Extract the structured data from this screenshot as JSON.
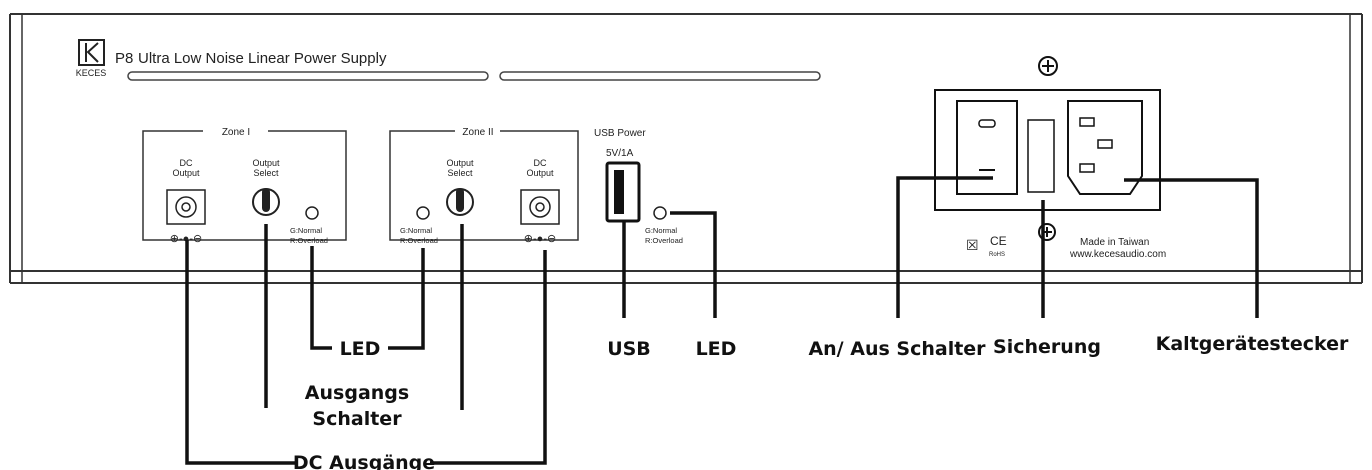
{
  "panel": {
    "brand": "KECES",
    "model": "P8",
    "title": "Ultra Low Noise Linear Power Supply",
    "zone1_label": "Zone I",
    "zone2_label": "Zone II",
    "usb_label": "USB Power",
    "usb_rating": "5V/1A",
    "dc_output_line1": "DC",
    "dc_output_line2": "Output",
    "output_select_line1": "Output",
    "output_select_line2": "Select",
    "led_normal": "G:Normal",
    "led_overload": "R:Overload",
    "made_in": "Made in Taiwan",
    "website": "www.kecesaudio.com",
    "ce_mark": "CE",
    "rohs_mark": "RoHS"
  },
  "callouts": {
    "led_left": "LED",
    "ausgangs_line1": "Ausgangs",
    "ausgangs_line2": "Schalter",
    "dc_ausgaenge": "DC Ausgänge",
    "usb": "USB",
    "led_right": "LED",
    "power_switch": "An/ Aus Schalter",
    "fuse": "Sicherung",
    "iec_socket": "Kaltgerätestecker"
  }
}
